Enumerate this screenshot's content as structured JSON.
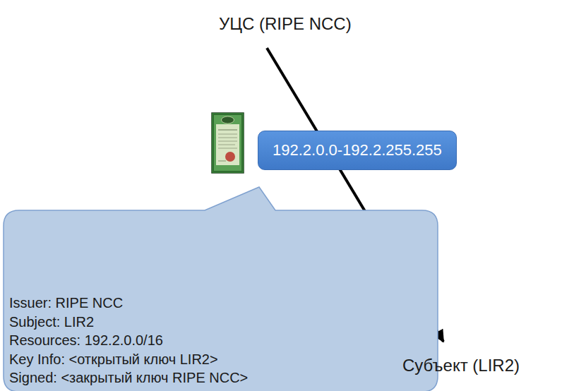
{
  "diagram": {
    "nodes": [
      {
        "text": [
          "УЦС (RIPE NCC)"
        ]
      },
      {
        "text": [
          "Issuer: RIPE NCC",
          "Subject: LIR2",
          "Resources: 192.2.0.0/16",
          "Key Info: <открытый ключ LIR2>",
          "Signed: <закрытый ключ RIPE NCC>"
        ]
      },
      {
        "text": [
          "Субъект (LIR2)"
        ]
      }
    ],
    "edges": [
      {
        "from": 0,
        "to": 2,
        "arrow": "to",
        "label": "192.2.0.0-192.2.255.255"
      }
    ]
  }
}
